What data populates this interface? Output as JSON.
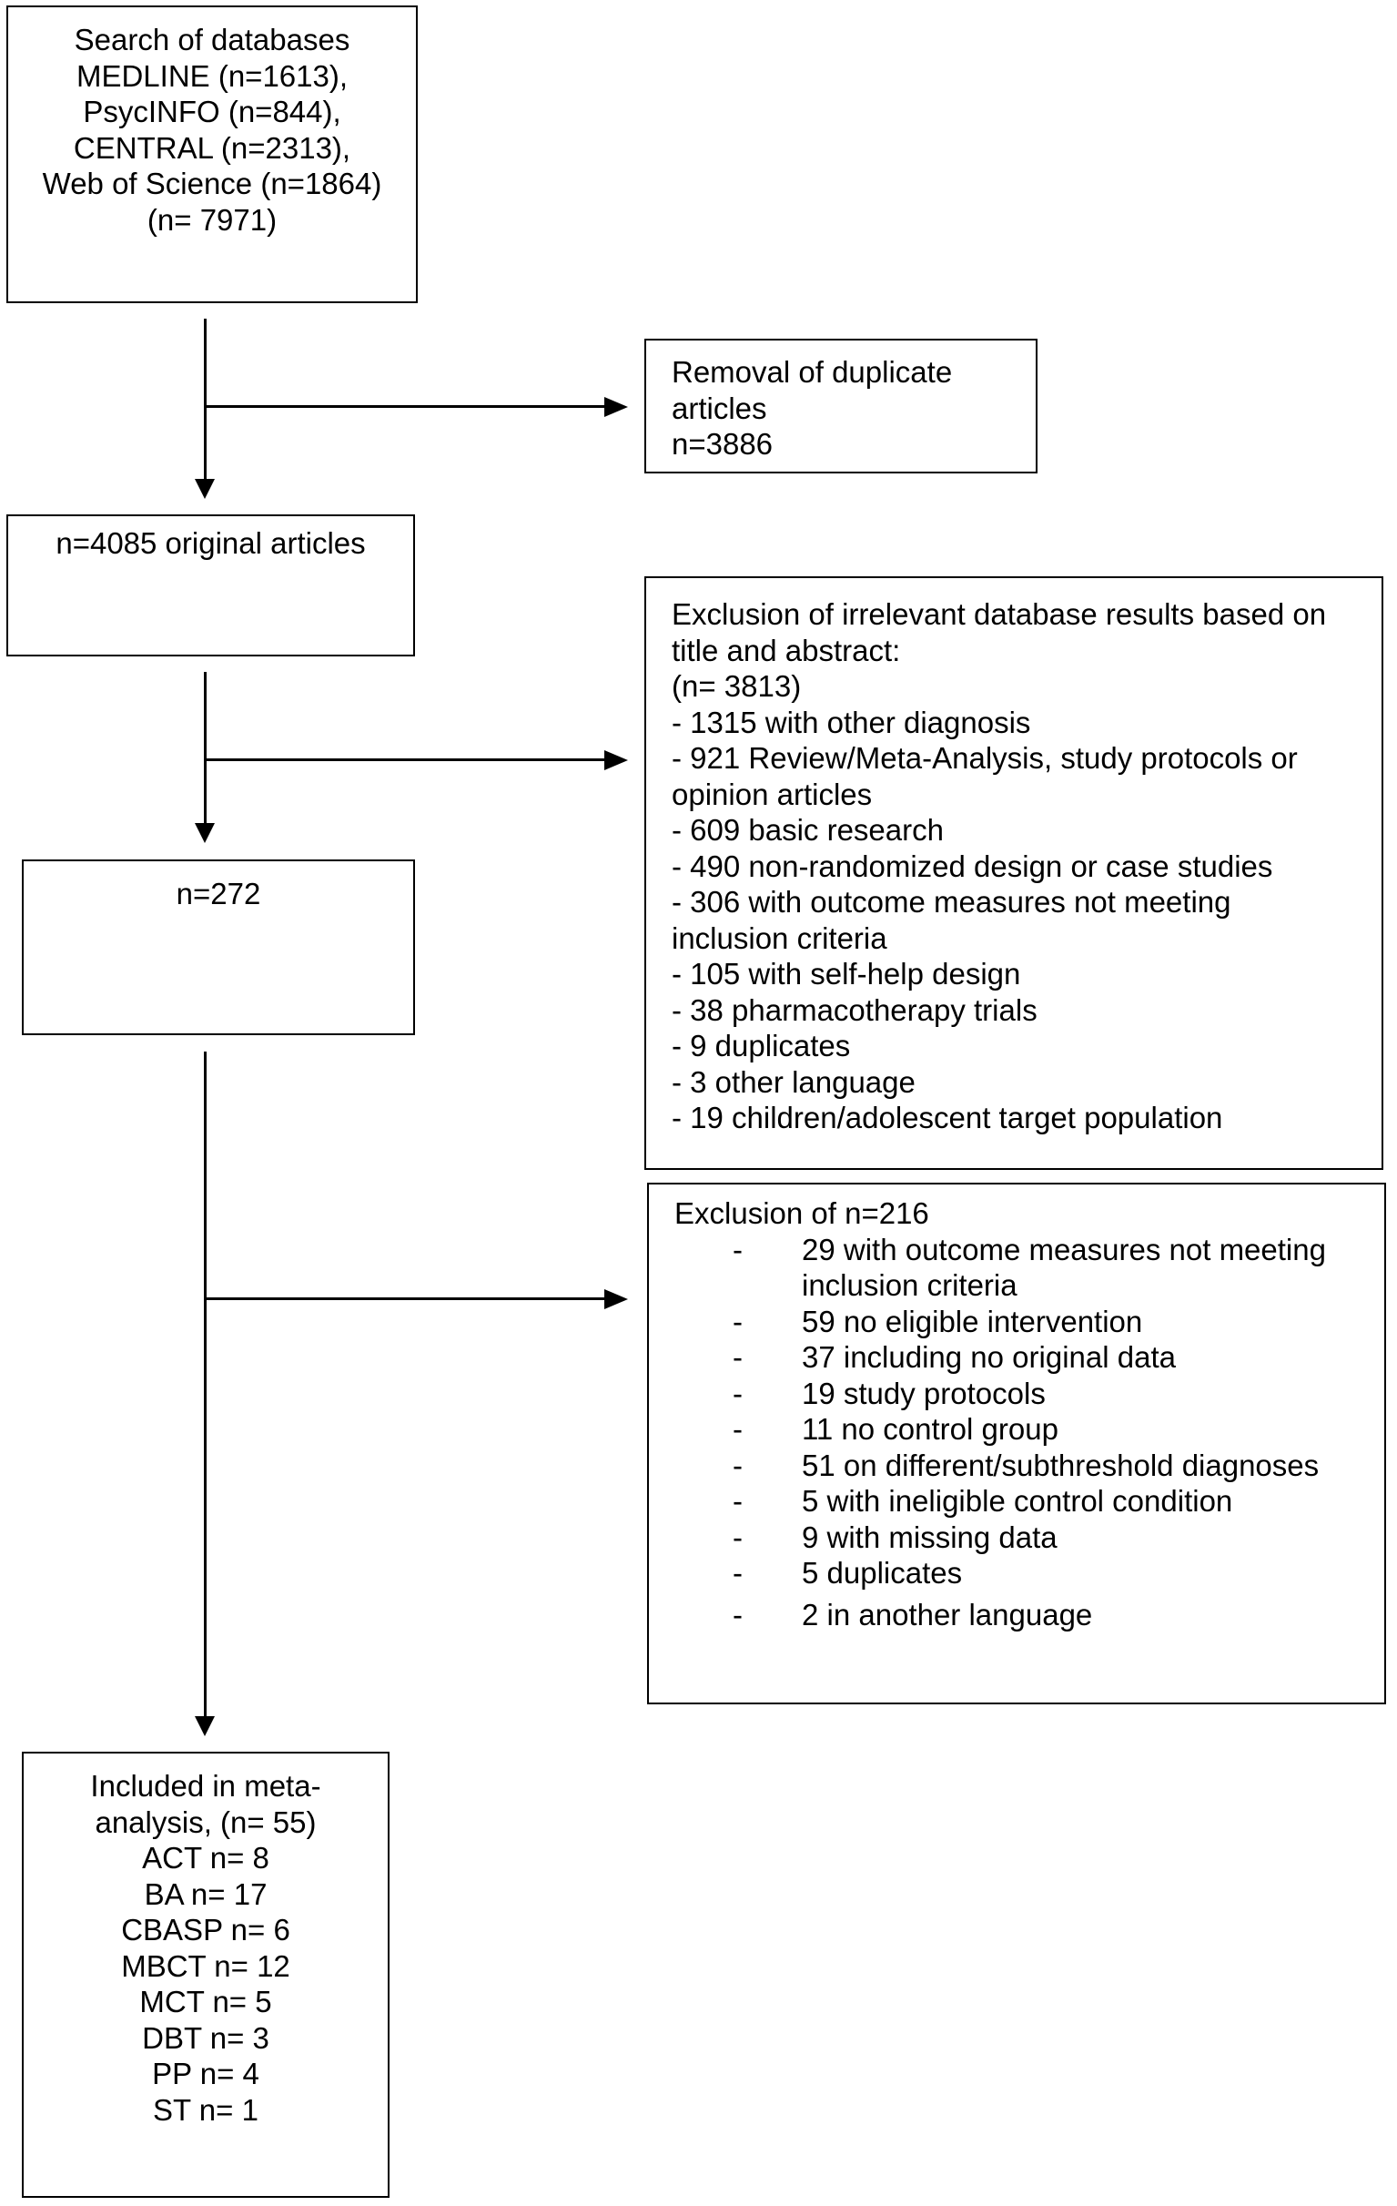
{
  "search_box": {
    "lines": [
      "Search of databases",
      "MEDLINE (n=1613),",
      "PsycINFO (n=844),",
      "CENTRAL (n=2313),",
      "Web of Science (n=1864)",
      "(n= 7971)"
    ]
  },
  "duplicates_box": {
    "lines": [
      "Removal of duplicate",
      "articles",
      "n=3886"
    ]
  },
  "original_box": {
    "text": "n=4085 original articles"
  },
  "screening_exclusion_box": {
    "lines": [
      "Exclusion of irrelevant database results based on",
      "title and abstract:",
      "(n= 3813)",
      "- 1315 with other diagnosis",
      "- 921 Review/Meta-Analysis, study protocols or",
      "opinion articles",
      "- 609 basic research",
      "- 490 non-randomized design or case studies",
      "- 306 with outcome measures not meeting",
      "inclusion criteria",
      "- 105 with self-help design",
      "- 38 pharmacotherapy trials",
      "- 9 duplicates",
      "- 3 other language",
      "- 19 children/adolescent target population"
    ]
  },
  "fulltext_box": {
    "text": "n=272"
  },
  "fulltext_exclusion_box": {
    "title": "Exclusion of n=216",
    "dash": "-",
    "items": [
      [
        "29 with outcome measures not meeting",
        "inclusion criteria"
      ],
      [
        "59 no eligible intervention"
      ],
      [
        "37 including no original data"
      ],
      [
        "19 study protocols"
      ],
      [
        "11 no control group"
      ],
      [
        "51 on different/subthreshold diagnoses"
      ],
      [
        "5 with ineligible control condition"
      ],
      [
        "9 with missing data"
      ],
      [
        "5 duplicates"
      ],
      [
        "2 in another language"
      ]
    ]
  },
  "included_box": {
    "lines": [
      "Included in meta-",
      "analysis, (n= 55)",
      "ACT n= 8",
      "BA n= 17",
      "CBASP n= 6",
      "MBCT n= 12",
      "MCT n= 5",
      "DBT n= 3",
      "PP n= 4",
      "ST n= 1"
    ]
  }
}
